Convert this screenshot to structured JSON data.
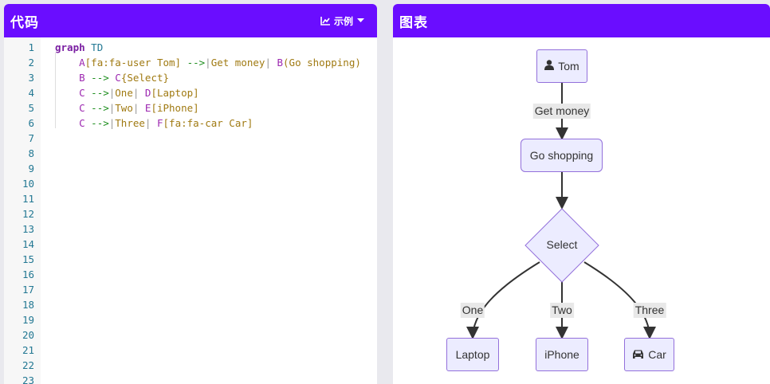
{
  "code_panel": {
    "title": "代码",
    "examples_label": "示例"
  },
  "chart_panel": {
    "title": "图表"
  },
  "editor": {
    "lines": [
      {
        "n": "1"
      },
      {
        "n": "2"
      },
      {
        "n": "3"
      },
      {
        "n": "4"
      },
      {
        "n": "5"
      },
      {
        "n": "6"
      },
      {
        "n": "7"
      },
      {
        "n": "8"
      },
      {
        "n": "9"
      },
      {
        "n": "10"
      },
      {
        "n": "11"
      },
      {
        "n": "12"
      },
      {
        "n": "13"
      },
      {
        "n": "14"
      },
      {
        "n": "15"
      },
      {
        "n": "16"
      },
      {
        "n": "17"
      },
      {
        "n": "18"
      },
      {
        "n": "19"
      },
      {
        "n": "20"
      },
      {
        "n": "21"
      },
      {
        "n": "22"
      },
      {
        "n": "23"
      }
    ],
    "code": {
      "l1": {
        "kw": "graph",
        "dir": "TD"
      },
      "l2": {
        "id1": "A",
        "t1": "[fa:fa-user Tom]",
        "arrow": "-->",
        "p1": "|",
        "t2": "Get money",
        "p2": "|",
        "id2": "B",
        "t3": "(Go shopping)"
      },
      "l3": {
        "id1": "B",
        "arrow": "-->",
        "id2": "C",
        "t1": "{Select}"
      },
      "l4": {
        "id1": "C",
        "arrow": "-->",
        "p1": "|",
        "t1": "One",
        "p2": "|",
        "id2": "D",
        "t2": "[Laptop]"
      },
      "l5": {
        "id1": "C",
        "arrow": "-->",
        "p1": "|",
        "t1": "Two",
        "p2": "|",
        "id2": "E",
        "t2": "[iPhone]"
      },
      "l6": {
        "id1": "C",
        "arrow": "-->",
        "p1": "|",
        "t1": "Three",
        "p2": "|",
        "id2": "F",
        "t2": "[fa:fa-car Car]"
      }
    }
  },
  "diagram": {
    "nodes": {
      "tom": "Tom",
      "go_shopping": "Go shopping",
      "select": "Select",
      "laptop": "Laptop",
      "iphone": "iPhone",
      "car": "Car"
    },
    "edge_labels": {
      "get_money": "Get money",
      "one": "One",
      "two": "Two",
      "three": "Three"
    },
    "icons": {
      "tom": "user-icon",
      "car": "car-icon"
    }
  },
  "colors": {
    "header": "#6a0dff",
    "node_fill": "#ececff",
    "node_stroke": "#9370db"
  }
}
